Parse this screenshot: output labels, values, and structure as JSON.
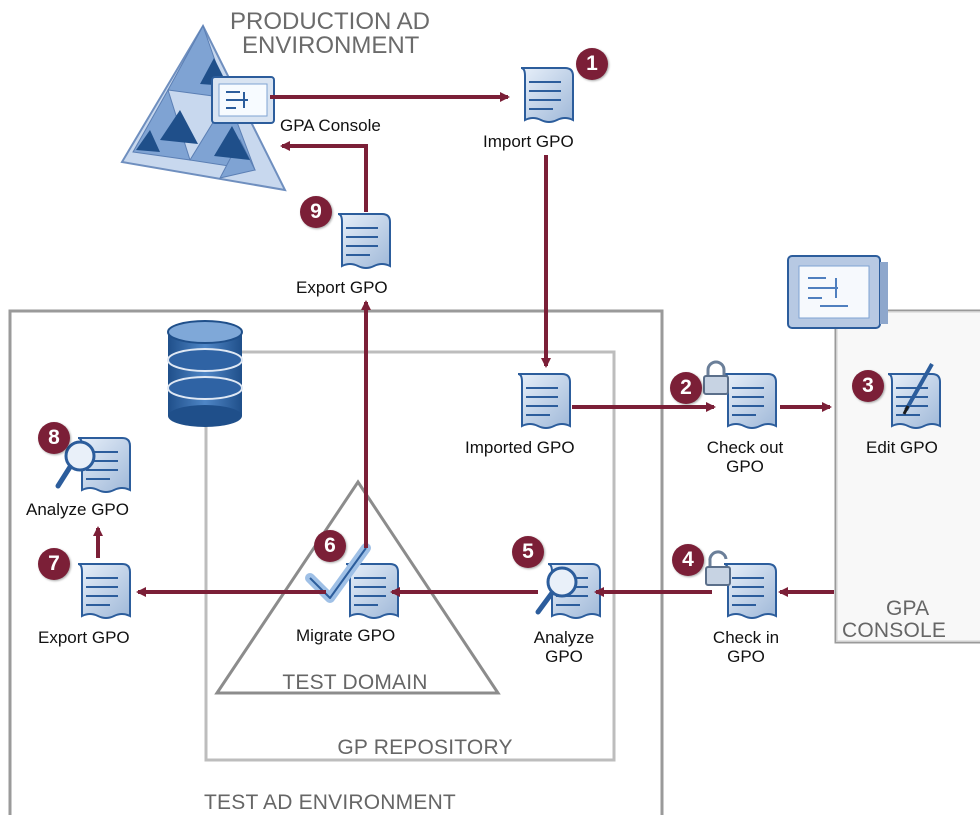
{
  "zones": {
    "production": "PRODUCTION AD",
    "production_2": "ENVIRONMENT",
    "test_ad": "TEST AD ENVIRONMENT",
    "gp_repository": "GP REPOSITORY",
    "test_domain": "TEST DOMAIN",
    "gpa_console": "GPA",
    "gpa_console_2": "CONSOLE"
  },
  "labels": {
    "gpa_console": "GPA Console",
    "import_gpo": "Import GPO",
    "export_gpo_top": "Export GPO",
    "imported_gpo": "Imported GPO",
    "check_out_1": "Check out",
    "check_out_2": "GPO",
    "edit_gpo": "Edit GPO",
    "analyze_gpo_left": "Analyze GPO",
    "export_gpo_left": "Export GPO",
    "migrate_gpo": "Migrate GPO",
    "analyze_1": "Analyze",
    "analyze_2": "GPO",
    "check_in_1": "Check in",
    "check_in_2": "GPO"
  },
  "steps": {
    "s1": "1",
    "s2": "2",
    "s3": "3",
    "s4": "4",
    "s5": "5",
    "s6": "6",
    "s7": "7",
    "s8": "8",
    "s9": "9"
  },
  "colors": {
    "arrow": "#7b1f37",
    "badge": "#7b1f37",
    "box": "#9a9a9a",
    "icon_blue": "#2c5d9c"
  }
}
